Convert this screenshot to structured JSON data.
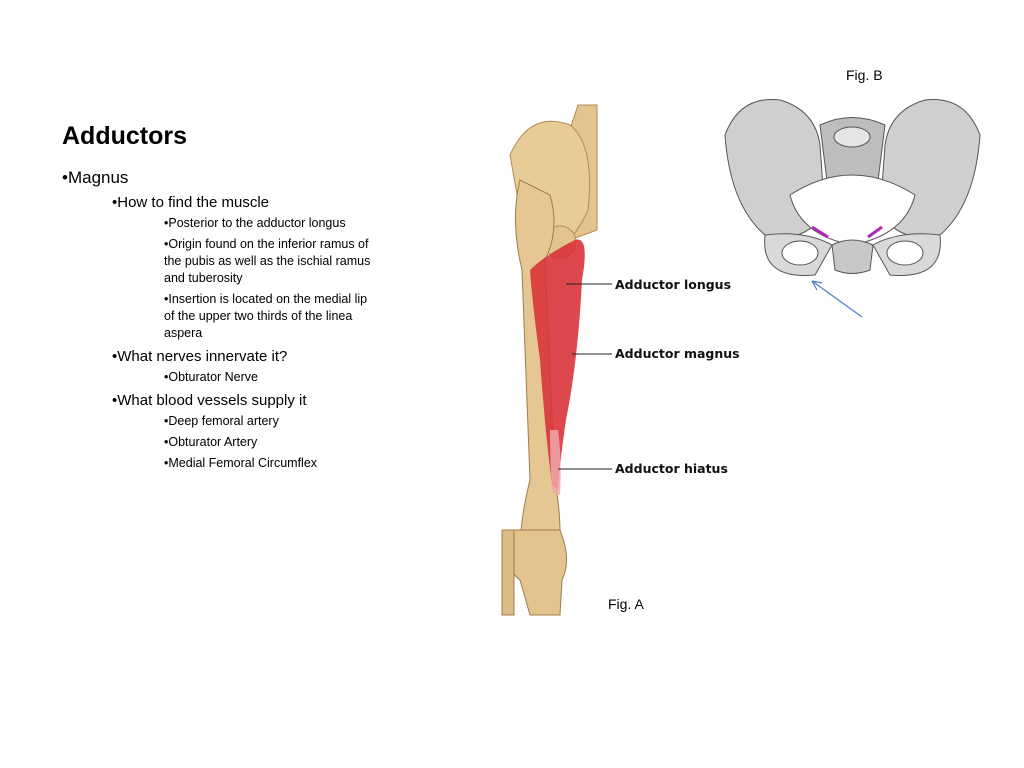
{
  "slide": {
    "title": "Adductors",
    "bullets": {
      "muscle": "•Magnus",
      "find_heading": "•How to find the muscle",
      "find_items": [
        "•Posterior to the adductor longus",
        "•Origin found on the inferior ramus of the pubis as well as the ischial ramus and tuberosity",
        "•Insertion is located on the medial lip of the upper two thirds of the linea aspera"
      ],
      "nerve_heading": "•What nerves innervate it?",
      "nerve_items": [
        "•Obturator Nerve"
      ],
      "vessel_heading": "•What blood vessels supply it",
      "vessel_items": [
        "•Deep femoral artery",
        "•Obturator Artery",
        "•Medial Femoral Circumflex"
      ]
    }
  },
  "figures": {
    "fig_a": {
      "caption": "Fig. A",
      "labels": [
        "Adductor longus",
        "Adductor magnus",
        "Adductor hiatus"
      ]
    },
    "fig_b": {
      "caption": "Fig. B",
      "annotation_arrow_color": "#4a7bd0",
      "highlight_color": "#b02ab8"
    }
  },
  "colors": {
    "bone": "#e3c48f",
    "muscle": "#d8343a",
    "pelvis_gray": "#cfcfcf"
  }
}
